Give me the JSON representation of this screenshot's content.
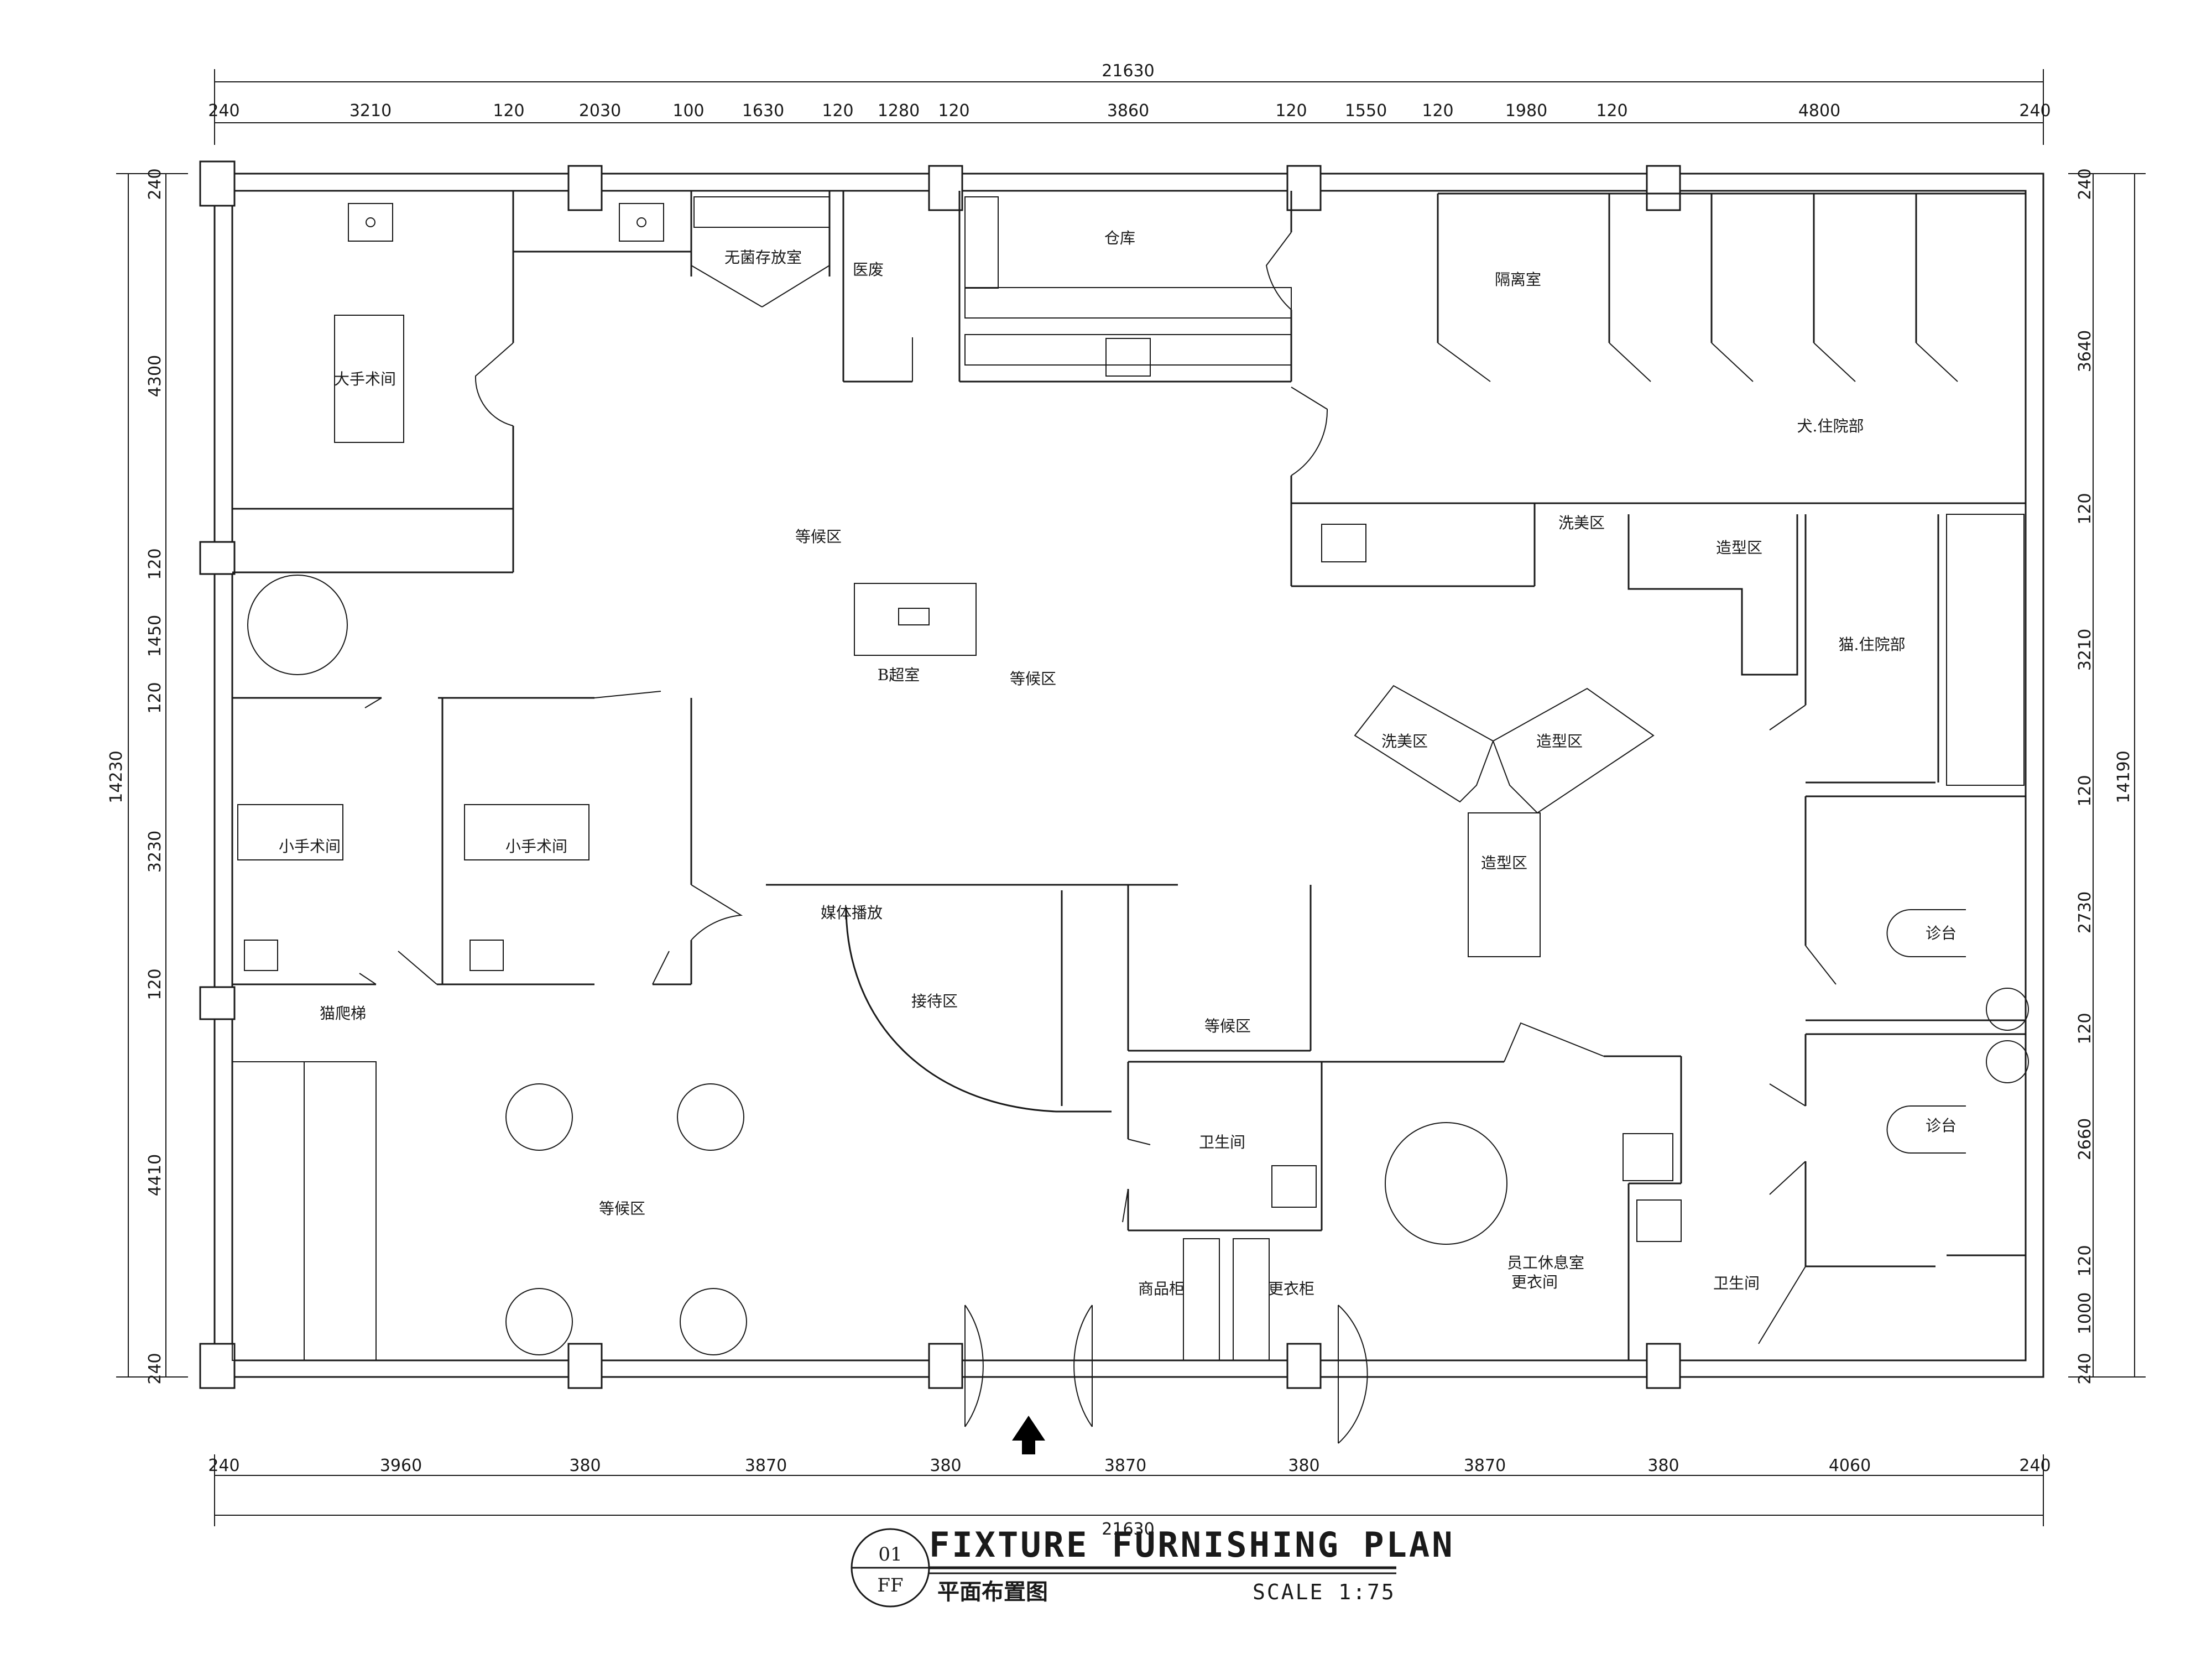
{
  "dimensions": {
    "top_total": "21630",
    "top_segments": [
      "240",
      "3210",
      "120",
      "2030",
      "100",
      "1630",
      "120",
      "1280",
      "120",
      "3860",
      "120",
      "1550",
      "120",
      "1980",
      "120",
      "4800",
      "240"
    ],
    "bottom_total": "21630",
    "bottom_segments": [
      "240",
      "3960",
      "380",
      "3870",
      "380",
      "3870",
      "380",
      "3870",
      "380",
      "4060",
      "240"
    ],
    "left_total": "14230",
    "left_segments": [
      "240",
      "4300",
      "120",
      "1450",
      "120",
      "3230",
      "120",
      "4410",
      "240"
    ],
    "right_total": "14190",
    "right_segments": [
      "240",
      "3640",
      "120",
      "3210",
      "120",
      "2730",
      "120",
      "2660",
      "120",
      "1000",
      "240"
    ]
  },
  "rooms": {
    "major_surgery": "大手术间",
    "sterile_storage": "无菌存放室",
    "medical_waste": "医废",
    "warehouse": "仓库",
    "isolation": "隔离室",
    "dog_ward": "犬.住院部",
    "waiting_top": "等候区",
    "b_ultrasound": "B超室",
    "waiting_side": "等候区",
    "grooming_wash_1": "洗美区",
    "styling_1": "造型区",
    "cat_ward": "猫.住院部",
    "grooming_wash_2": "洗美区",
    "styling_2": "造型区",
    "styling_3": "造型区",
    "minor_surgery_1": "小手术间",
    "minor_surgery_2": "小手术间",
    "media_play": "媒体播放",
    "reception": "接待区",
    "cat_tree": "猫爬梯",
    "waiting_main": "等候区",
    "waiting_middle": "等候区",
    "restroom_1": "卫生间",
    "staff_rest": "员工休息室",
    "changing_room": "更衣间",
    "merchandise": "商品柜",
    "locker": "更衣柜",
    "restroom_2": "卫生间",
    "exam_1": "诊台",
    "exam_2": "诊台"
  },
  "title": {
    "badge_top": "01",
    "badge_bottom": "FF",
    "main": "FIXTURE FURNISHING PLAN",
    "sub": "平面布置图",
    "scale": "SCALE 1:75"
  }
}
